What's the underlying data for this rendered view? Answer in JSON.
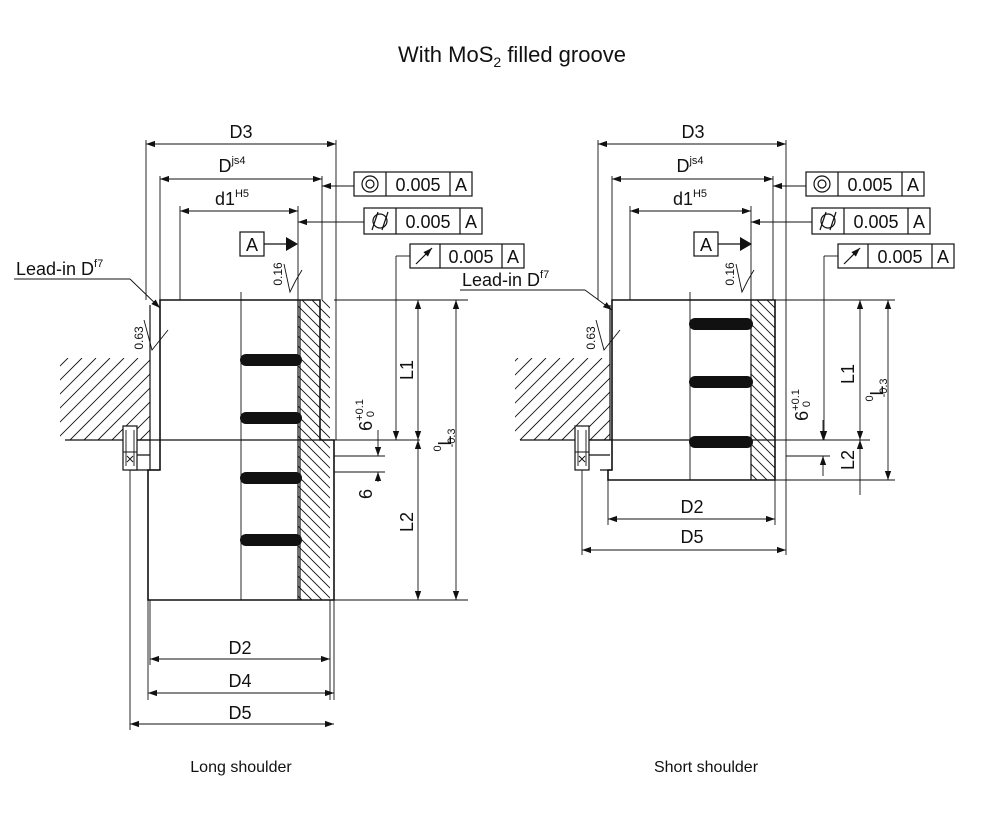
{
  "title": {
    "main": "With MoS",
    "subscript": "2",
    "rest": " filled groove"
  },
  "left": {
    "caption": "Long shoulder",
    "labels": {
      "D3": "D3",
      "D": "D",
      "D_tol": "js4",
      "d1": "d1",
      "d1_tol": "H5",
      "D2": "D2",
      "D4": "D4",
      "D5": "D5",
      "L1": "L1",
      "L2": "L2",
      "L": "L",
      "L_tol_upper": "0",
      "L_tol_lower": "-0.3",
      "six": "6",
      "six_tol_upper": "+0.1",
      "six_tol_lower": "0",
      "six2": "6",
      "lead_in": "Lead-in D",
      "lead_in_tol": "f7",
      "rough1": "0.16",
      "rough2": "0.63",
      "datum": "A"
    },
    "tolerances": [
      {
        "symbol": "concentricity-icon",
        "value": "0.005",
        "datum": "A"
      },
      {
        "symbol": "cylindricity-icon",
        "value": "0.005",
        "datum": "A"
      },
      {
        "symbol": "runout-icon",
        "value": "0.005",
        "datum": "A"
      }
    ]
  },
  "right": {
    "caption": "Short shoulder",
    "labels": {
      "D3": "D3",
      "D": "D",
      "D_tol": "js4",
      "d1": "d1",
      "d1_tol": "H5",
      "D2": "D2",
      "D5": "D5",
      "L1": "L1",
      "L2": "L2",
      "L": "L",
      "L_tol_upper": "0",
      "L_tol_lower": "-0.3",
      "six": "6",
      "six_tol_upper": "+0.1",
      "six_tol_lower": "0",
      "lead_in": "Lead-in D",
      "lead_in_tol": "f7",
      "rough1": "0.16",
      "rough2": "0.63",
      "datum": "A"
    },
    "tolerances": [
      {
        "symbol": "concentricity-icon",
        "value": "0.005",
        "datum": "A"
      },
      {
        "symbol": "cylindricity-icon",
        "value": "0.005",
        "datum": "A"
      },
      {
        "symbol": "runout-icon",
        "value": "0.005",
        "datum": "A"
      }
    ]
  }
}
